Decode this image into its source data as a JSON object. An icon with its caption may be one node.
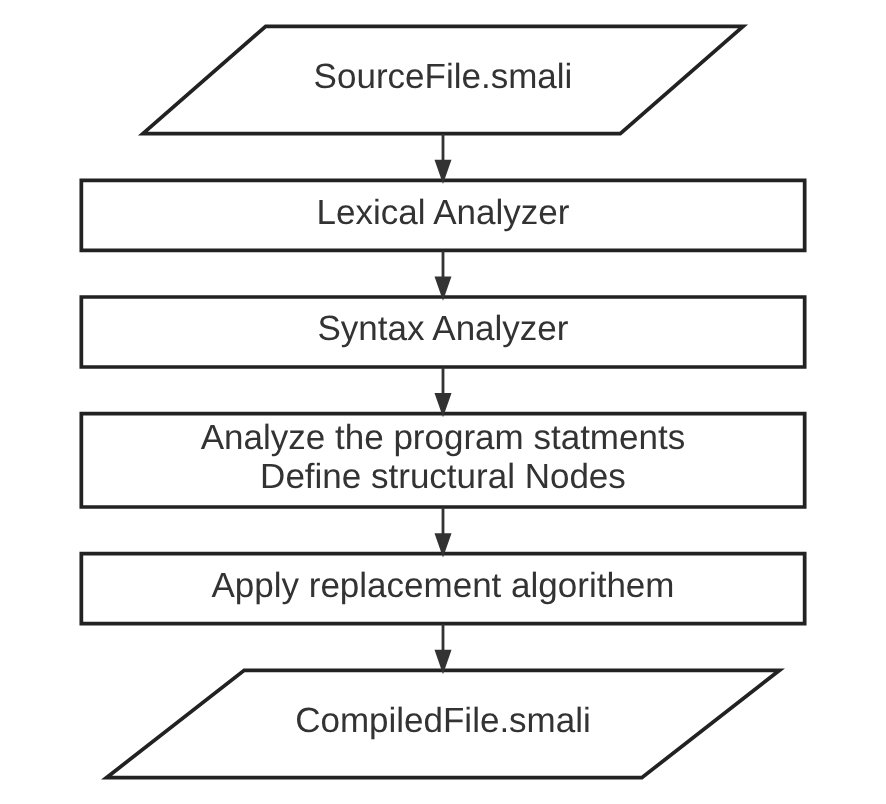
{
  "diagram": {
    "nodes": [
      {
        "text": [
          "SourceFile.smali"
        ]
      },
      {
        "text": [
          "Lexical Analyzer"
        ]
      },
      {
        "text": [
          "Syntax Analyzer"
        ]
      },
      {
        "text": [
          "Analyze the program statments",
          "Define structural Nodes"
        ]
      },
      {
        "text": [
          "Apply replacement algorithem"
        ]
      },
      {
        "text": [
          "CompiledFile.smali"
        ]
      }
    ],
    "edges": [
      {
        "from": 0,
        "to": 1,
        "arrow": "to"
      },
      {
        "from": 1,
        "to": 2,
        "arrow": "to"
      },
      {
        "from": 2,
        "to": 3,
        "arrow": "to"
      },
      {
        "from": 3,
        "to": 4,
        "arrow": "to"
      },
      {
        "from": 4,
        "to": 5,
        "arrow": "to"
      }
    ]
  }
}
